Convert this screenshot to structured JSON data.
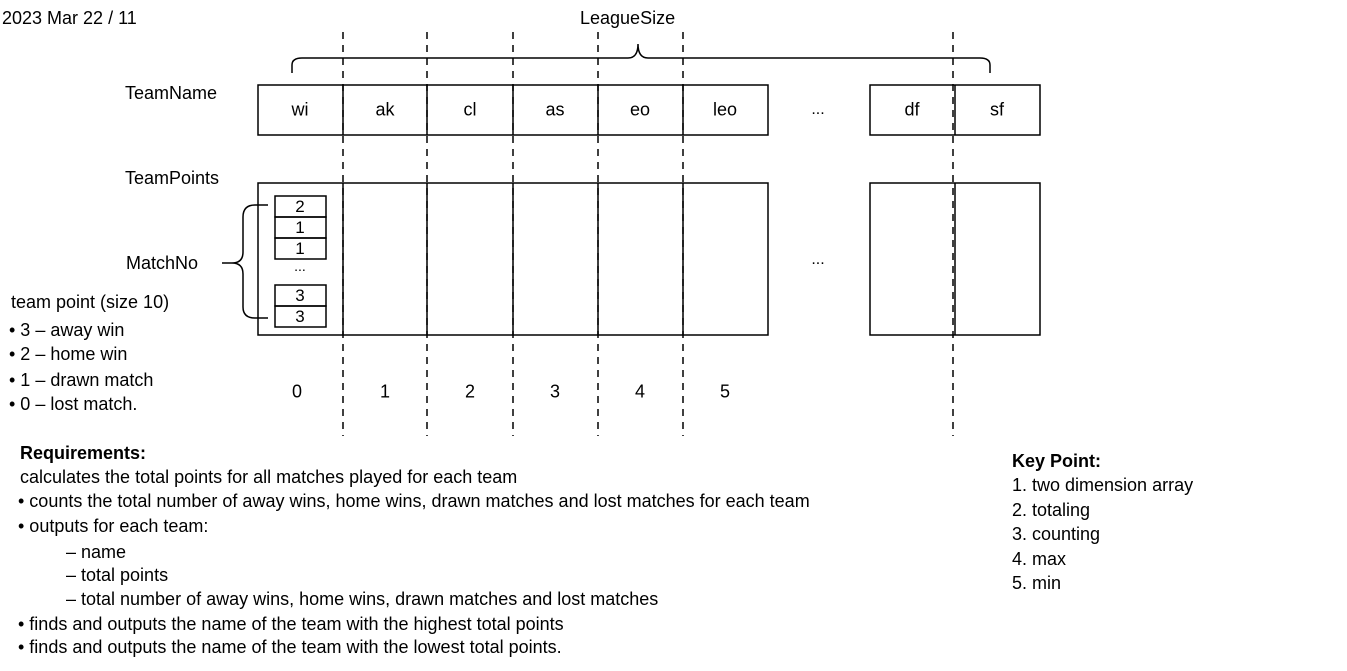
{
  "header": {
    "date_label": "2023 Mar 22 / 11"
  },
  "diagram": {
    "league_size_label": "LeagueSize",
    "team_name_label": "TeamName",
    "team_points_label": "TeamPoints",
    "match_no_label": "MatchNo",
    "ellipsis": "...",
    "team_names": [
      "wi",
      "ak",
      "cl",
      "as",
      "eo",
      "leo",
      "df",
      "sf"
    ],
    "indices": [
      "0",
      "1",
      "2",
      "3",
      "4",
      "5"
    ],
    "match_points_top": [
      "2",
      "1",
      "1"
    ],
    "match_points_bottom": [
      "3",
      "3"
    ]
  },
  "legend": {
    "title": "team point (size 10)",
    "items": [
      "• 3 – away win",
      "• 2 – home win",
      "• 1 – drawn match",
      "• 0 – lost match."
    ]
  },
  "requirements": {
    "title": "Requirements:",
    "lines": [
      "calculates the total points for all matches played for each team",
      "• counts the total number of away wins, home wins, drawn matches and lost matches for each team",
      "• outputs for each team:",
      "– name",
      "– total points",
      "– total number of away wins, home wins, drawn matches and lost matches",
      "• finds and outputs the name of the team with the highest total points",
      "• finds and outputs the name of the team with the lowest total points."
    ]
  },
  "key_point": {
    "title": "Key Point:",
    "items": [
      "1. two dimension array",
      "2. totaling",
      "3. counting",
      "4. max",
      "5. min"
    ]
  }
}
